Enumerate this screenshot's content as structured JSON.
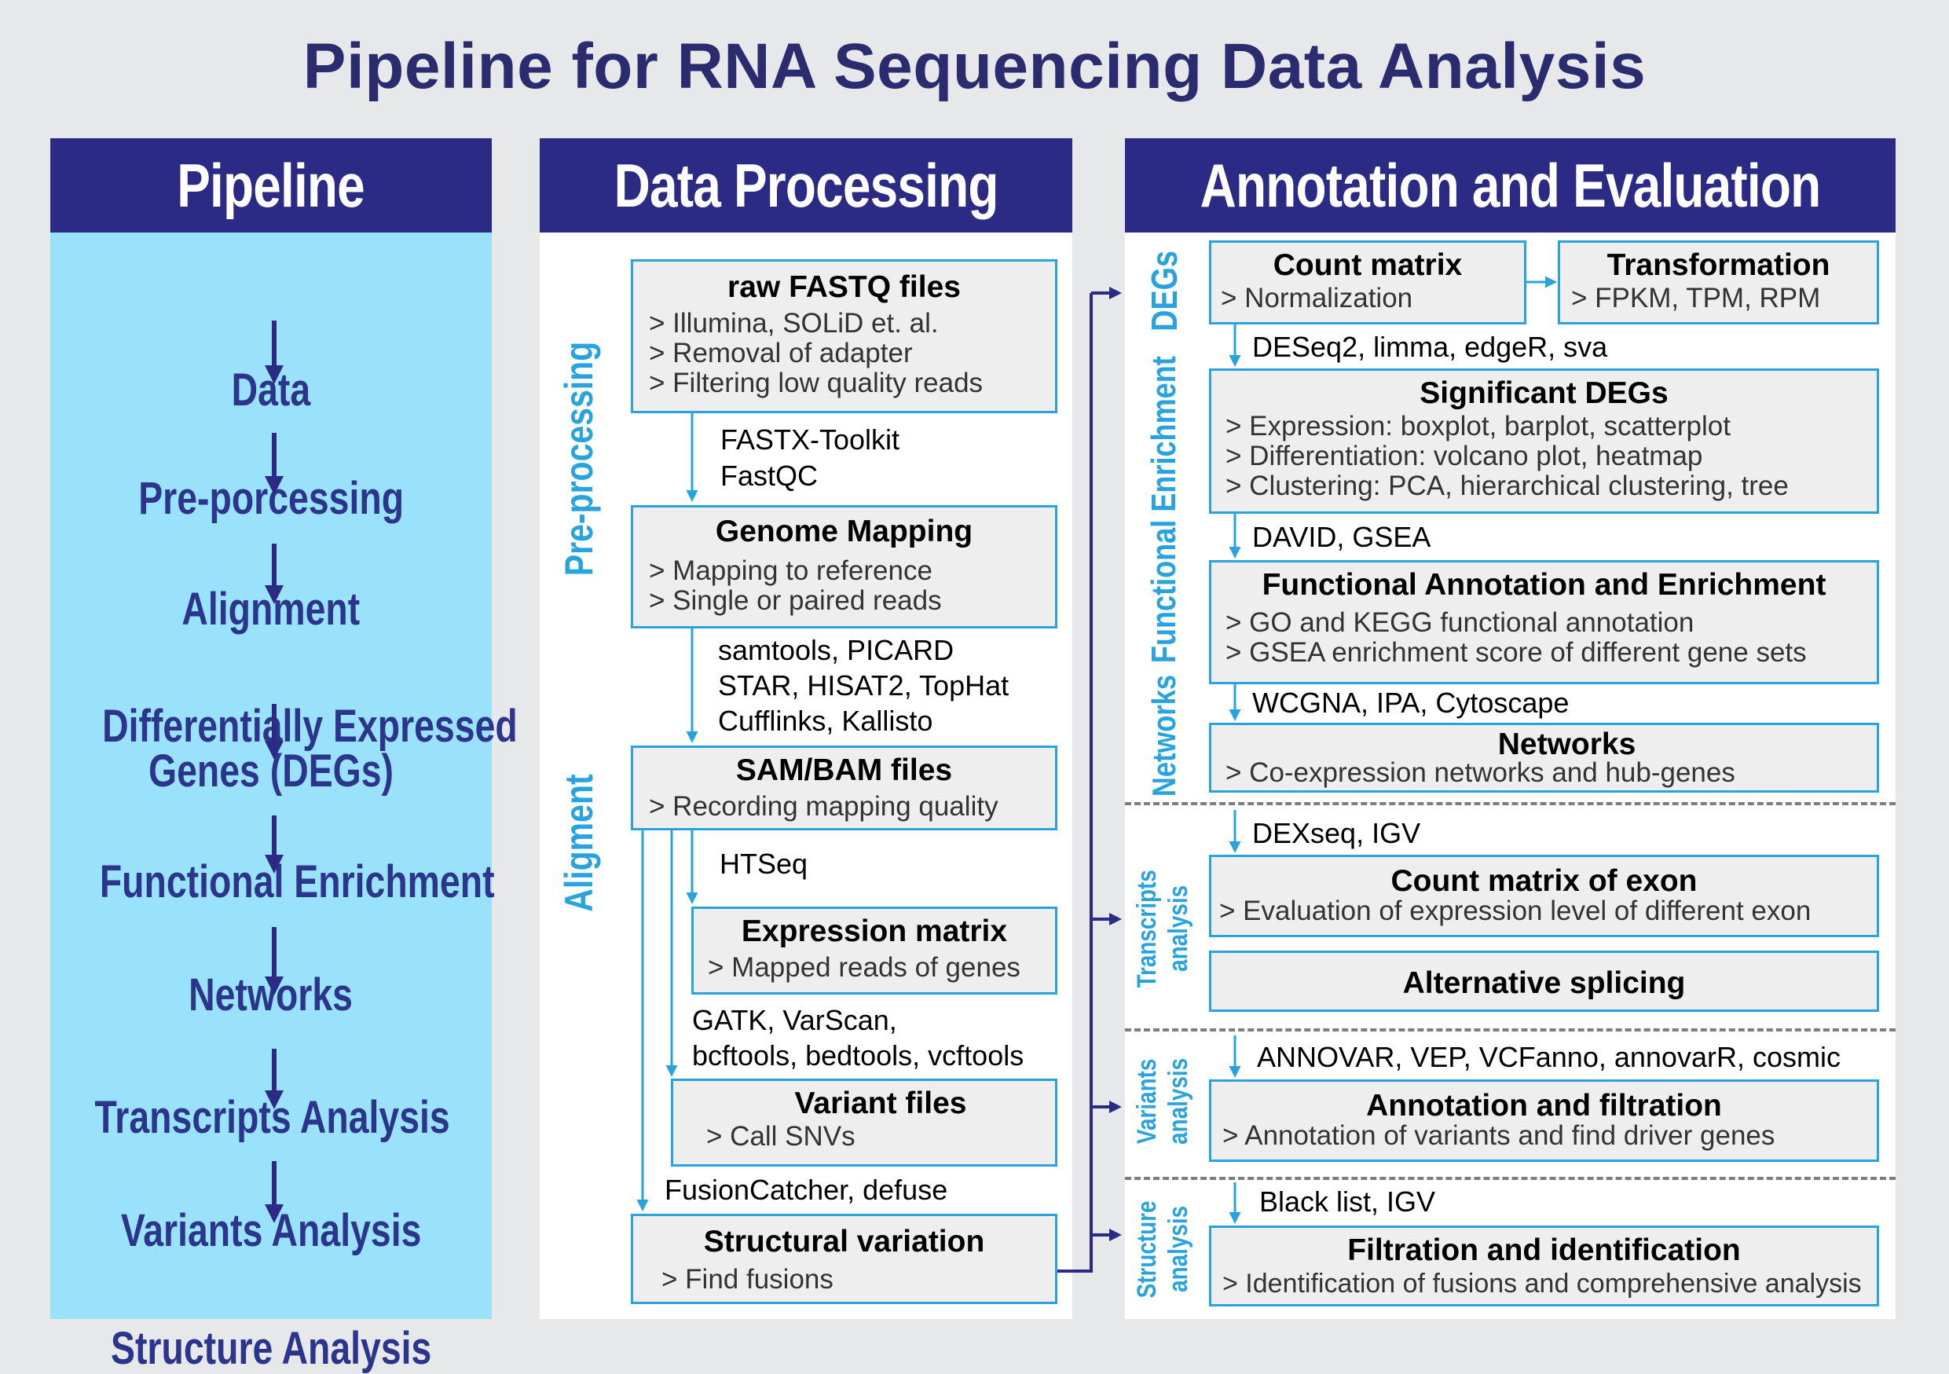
{
  "title": "Pipeline for RNA Sequencing Data Analysis",
  "colors": {
    "navy": "#2b2b85",
    "title": "#2b2c70",
    "accent": "#29a3dd",
    "light_blue": "#9ae2fb",
    "box": "#eeeeee"
  },
  "pipeline": {
    "header": "Pipeline",
    "steps": [
      "Data",
      "Pre-porcessing",
      "Alignment",
      "Differentially Expressed",
      "Genes (DEGs)",
      "Functional Enrichment",
      "Networks",
      "Transcripts Analysis",
      "Variants Analysis",
      "Structure Analysis"
    ]
  },
  "processing": {
    "header": "Data Processing",
    "side_labels": {
      "preprocessing": "Pre-processing",
      "alignment": "Aligment"
    },
    "raw": {
      "title": "raw FASTQ files",
      "lines": [
        "> Illumina, SOLiD et. al.",
        "> Removal of adapter",
        "> Filtering low quality reads"
      ]
    },
    "tools_qc": [
      "FASTX-Toolkit",
      "FastQC"
    ],
    "mapping": {
      "title": "Genome Mapping",
      "lines": [
        "> Mapping to reference",
        "> Single or paired reads"
      ]
    },
    "tools_align": [
      "samtools, PICARD",
      "STAR, HISAT2, TopHat",
      "Cufflinks, Kallisto"
    ],
    "sam": {
      "title": "SAM/BAM files",
      "lines": [
        "> Recording mapping quality"
      ]
    },
    "tools_count": "HTSeq",
    "expr": {
      "title": "Expression matrix",
      "lines": [
        "> Mapped reads of genes"
      ]
    },
    "tools_variant": [
      "GATK, VarScan,",
      "bcftools, bedtools, vcftools"
    ],
    "variant": {
      "title": "Variant files",
      "lines": [
        "> Call SNVs"
      ]
    },
    "tools_fusion": "FusionCatcher, defuse",
    "structural": {
      "title": "Structural variation",
      "lines": [
        "> Find fusions"
      ]
    }
  },
  "annotation": {
    "header": "Annotation and Evaluation",
    "side_labels": {
      "degs": "DEGs",
      "functional": "Functional Enrichment",
      "networks": "Networks",
      "transcripts": [
        "Transcripts",
        "analysis"
      ],
      "variants": [
        "Variants",
        "analysis"
      ],
      "structure": [
        "Structure",
        "analysis"
      ]
    },
    "count": {
      "title": "Count matrix",
      "lines": [
        "> Normalization"
      ]
    },
    "transform": {
      "title": "Transformation",
      "lines": [
        "> FPKM, TPM, RPM"
      ]
    },
    "tools_deg": "DESeq2, limma, edgeR, sva",
    "sig": {
      "title": "Significant DEGs",
      "lines": [
        "> Expression: boxplot, barplot, scatterplot",
        "> Differentiation: volcano plot, heatmap",
        "> Clustering: PCA, hierarchical clustering, tree"
      ]
    },
    "tools_func": "DAVID, GSEA",
    "func": {
      "title": "Functional Annotation and Enrichment",
      "lines": [
        "> GO and KEGG functional annotation",
        "> GSEA enrichment score of different gene sets"
      ]
    },
    "tools_net": "WCGNA, IPA, Cytoscape",
    "net": {
      "title": "Networks",
      "lines": [
        "> Co-expression networks and hub-genes"
      ]
    },
    "tools_exon": "DEXseq, IGV",
    "exon": {
      "title": "Count matrix of exon",
      "lines": [
        "> Evaluation of expression level of different exon"
      ]
    },
    "splicing": {
      "title": "Alternative splicing"
    },
    "tools_var": "ANNOVAR, VEP, VCFanno, annovarR, cosmic",
    "annot": {
      "title": "Annotation and filtration",
      "lines": [
        "> Annotation of variants and find driver genes"
      ]
    },
    "tools_struct": "Black list, IGV",
    "filt": {
      "title": "Filtration and identification",
      "lines": [
        "> Identification of fusions and comprehensive analysis"
      ]
    }
  }
}
